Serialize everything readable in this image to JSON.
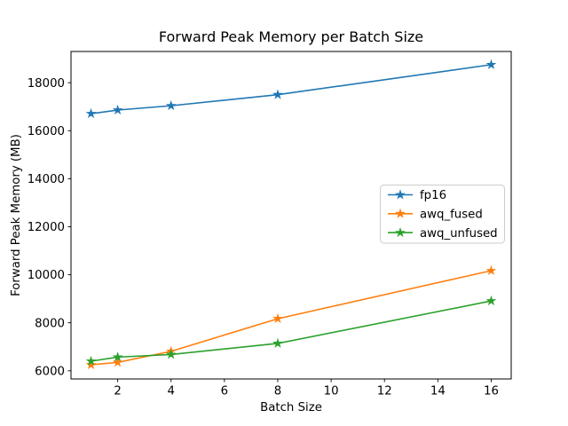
{
  "figure": {
    "background": "#ffffff",
    "text_color": "#000000",
    "spine_color": "#000000",
    "legend_border_color": "#cccccc"
  },
  "chart_data": {
    "type": "line",
    "title": "Forward Peak Memory per Batch Size",
    "xlabel": "Batch Size",
    "ylabel": "Forward Peak Memory (MB)",
    "x": [
      1,
      2,
      4,
      8,
      16
    ],
    "series": [
      {
        "name": "fp16",
        "color": "#1f77b4",
        "values": [
          16710,
          16860,
          17040,
          17500,
          18750
        ]
      },
      {
        "name": "awq_fused",
        "color": "#ff7f0e",
        "values": [
          6250,
          6350,
          6810,
          8170,
          10170
        ]
      },
      {
        "name": "awq_unfused",
        "color": "#2ca02c",
        "values": [
          6400,
          6570,
          6680,
          7140,
          8910
        ]
      }
    ],
    "marker": "star",
    "xticks": [
      2,
      4,
      6,
      8,
      10,
      12,
      14,
      16
    ],
    "yticks": [
      6000,
      8000,
      10000,
      12000,
      14000,
      16000,
      18000
    ],
    "xlim": [
      0.25,
      16.75
    ],
    "ylim": [
      5660,
      19300
    ],
    "grid": false,
    "legend_position": "center right"
  }
}
